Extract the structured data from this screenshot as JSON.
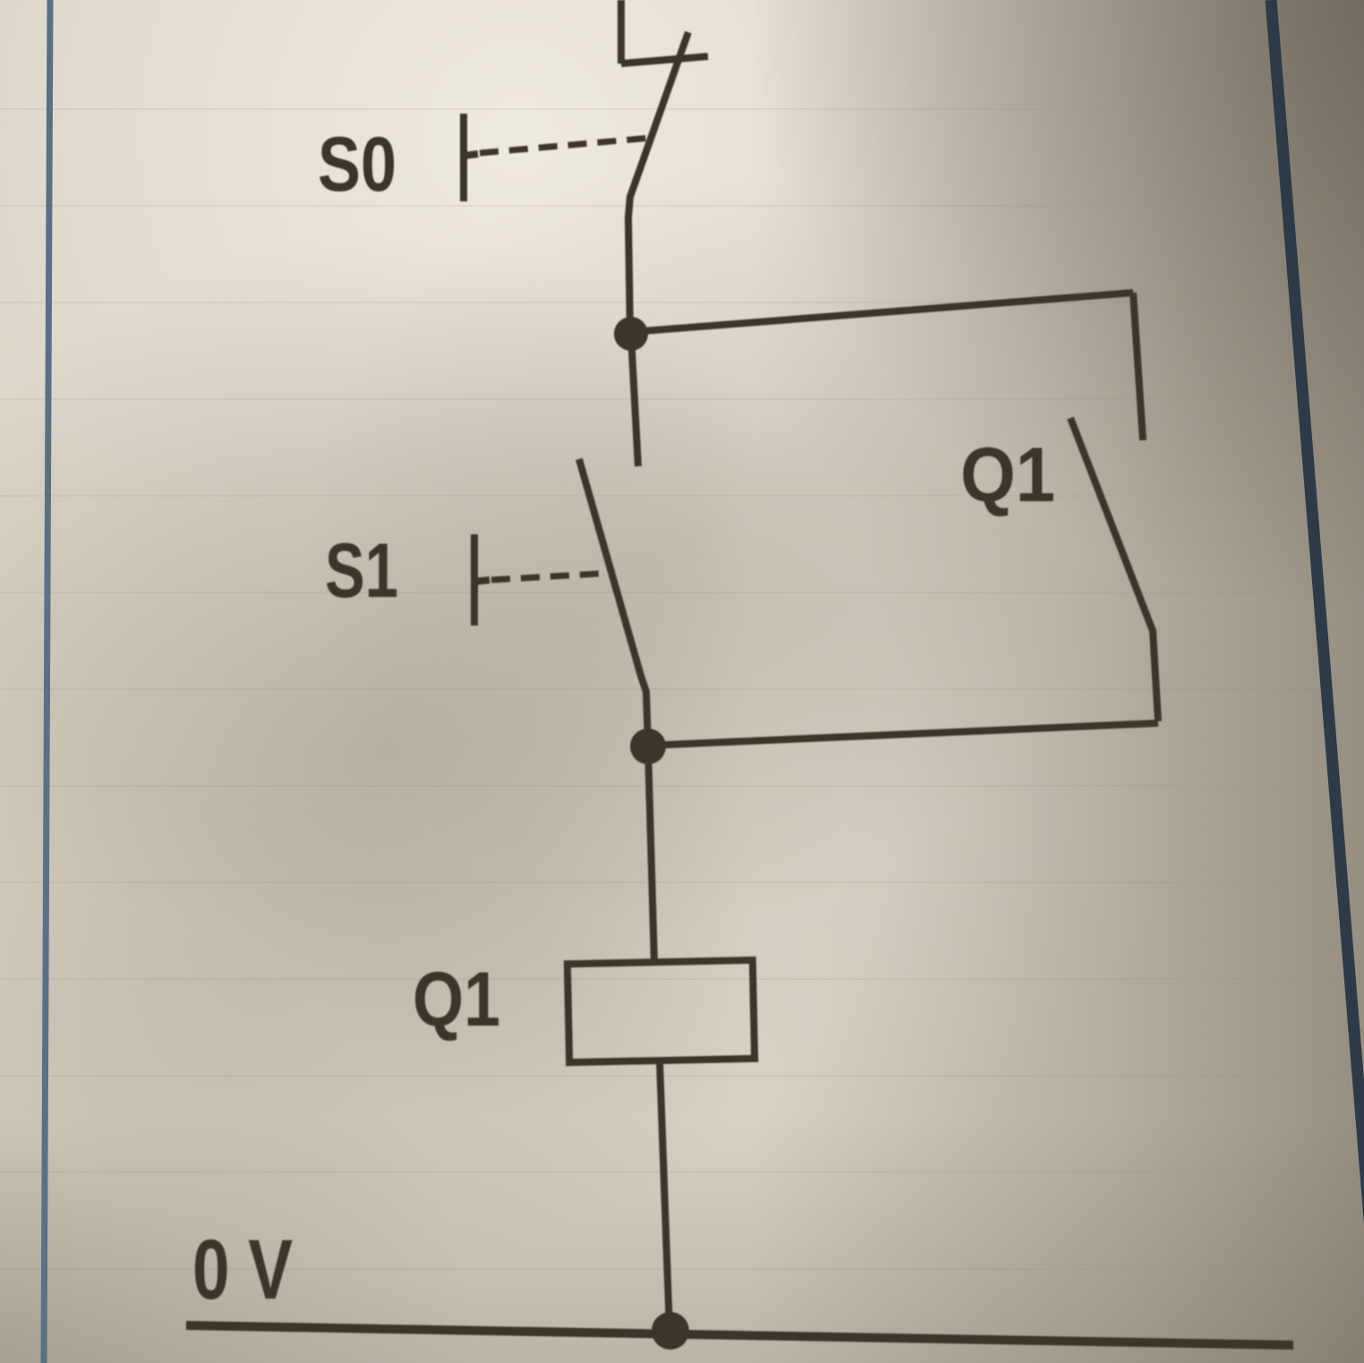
{
  "diagram": {
    "labels": {
      "s0": "S0",
      "s1": "S1",
      "q1_contact": "Q1",
      "q1_coil": "Q1",
      "rail": "0 V"
    }
  },
  "colors": {
    "ink": "#3b352b",
    "paper": "#d8d1c2",
    "margin_left_line": "#5a7086",
    "margin_right_line": "#2d3a4a"
  }
}
